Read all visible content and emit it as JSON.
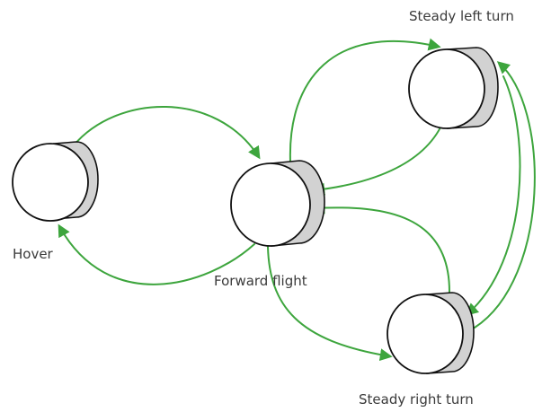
{
  "colors": {
    "edge": "#3da53d",
    "cylinder_side": "#d2d2d2",
    "cylinder_face": "#ffffff",
    "outline": "#111111",
    "label": "#3a3a3a"
  },
  "nodes": [
    {
      "id": "hover",
      "label": "Hover"
    },
    {
      "id": "forward",
      "label": "Forward flight"
    },
    {
      "id": "left",
      "label": "Steady left turn"
    },
    {
      "id": "right",
      "label": "Steady right turn"
    }
  ],
  "edges": [
    {
      "from": "hover",
      "to": "forward"
    },
    {
      "from": "forward",
      "to": "hover"
    },
    {
      "from": "forward",
      "to": "left"
    },
    {
      "from": "left",
      "to": "forward"
    },
    {
      "from": "forward",
      "to": "right"
    },
    {
      "from": "right",
      "to": "forward"
    },
    {
      "from": "left",
      "to": "right"
    },
    {
      "from": "right",
      "to": "left"
    }
  ]
}
